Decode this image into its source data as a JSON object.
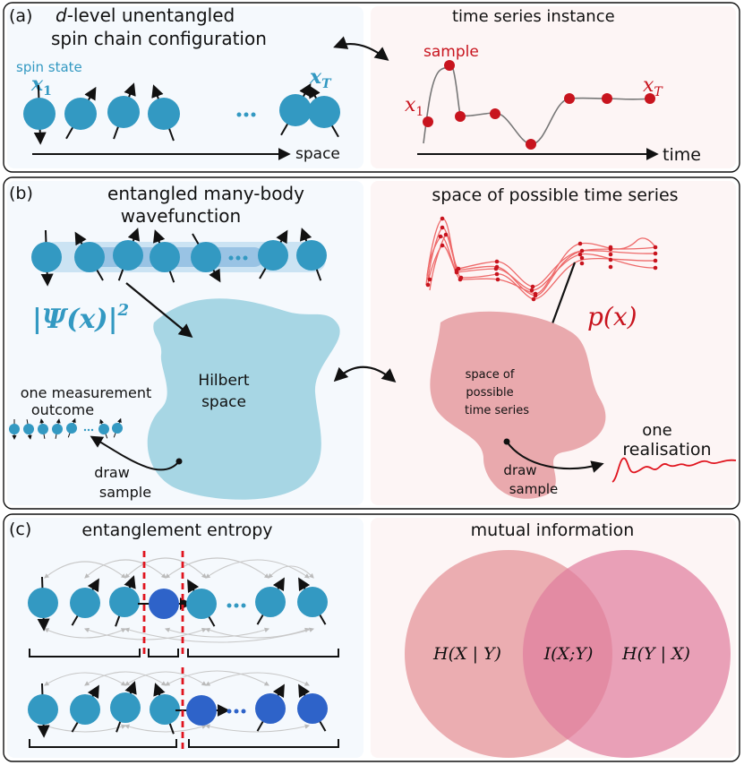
{
  "colors": {
    "spin": "#3399c2",
    "spin_dark": "#2e63c9",
    "ts_red": "#c8141e",
    "blob_blue": "#a7d6e4",
    "blob_red": "#e9a9ad",
    "panel_blue": "#f5f9fd",
    "panel_red": "#fdf5f5",
    "venn_left": "#e8a0a4",
    "venn_right": "#e07c9c",
    "cut": "#e0141e"
  },
  "panel_a": {
    "label": "(a)",
    "title_d": "d",
    "title_rest1": "-level unentangled",
    "title_line2": "spin chain configuration",
    "spin_state_label": "spin state",
    "x1": "x",
    "x1_sub": "1",
    "xT": "x",
    "xT_sub": "T",
    "space_label": "space",
    "right_title": "time series instance",
    "sample_label": "sample",
    "ts_x1": "x",
    "ts_x1_sub": "1",
    "ts_xT": "x",
    "ts_xT_sub": "T",
    "time_label": "time"
  },
  "panel_b": {
    "label": "(b)",
    "title_line1": "entangled many-body",
    "title_line2": "wavefunction",
    "psi_label": "|Ψ(x)|",
    "psi_exp": "2",
    "hilbert_line1": "Hilbert",
    "hilbert_line2": "space",
    "measure_line1": "one measurement",
    "measure_line2": "outcome",
    "draw_line1": "draw",
    "draw_line2": "sample",
    "right_title": "space of possible time series",
    "px_label": "p(x)",
    "space_line1": "space of",
    "space_line2": "possible",
    "space_line3": "time series",
    "realisation_line1": "one",
    "realisation_line2": "realisation",
    "draw_r_line1": "draw",
    "draw_r_line2": "sample"
  },
  "panel_c": {
    "label": "(c)",
    "left_title": "entanglement entropy",
    "right_title": "mutual information",
    "venn_left_label": "H(X | Y)",
    "venn_mid_label": "I(X;Y)",
    "venn_right_label": "H(Y | X)"
  }
}
